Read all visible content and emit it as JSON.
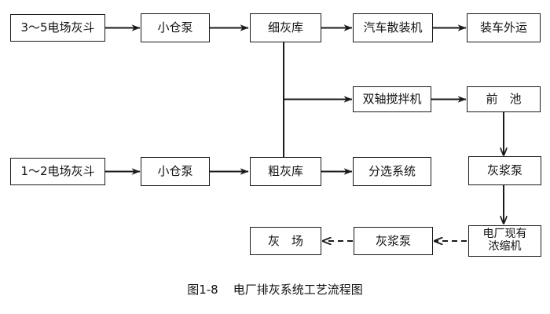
{
  "figure": {
    "caption": "图1-8    电厂排灰系统工艺流程图",
    "background": "#ffffff",
    "line_color": "#1a1a1a",
    "text_color": "#111111"
  },
  "nodes": {
    "esp_hopper_3_5": "3～5电场灰斗",
    "small_pump_top": "小仓泵",
    "fine_ash_silo": "细灰库",
    "truck_bulk_loader": "汽车散装机",
    "truck_outbound": "装车外运",
    "twin_shaft_mixer": "双轴搅拌机",
    "front_pool": "前　池",
    "esp_hopper_1_2": "1～2电场灰斗",
    "small_pump_bottom": "小仓泵",
    "coarse_ash_silo": "粗灰库",
    "sorting_system": "分选系统",
    "slurry_pump_right": "灰浆泵",
    "existing_thickener_line1": "电厂现有",
    "existing_thickener_line2": "浓缩机",
    "slurry_pump_bottom": "灰浆泵",
    "ash_yard": "灰　场"
  },
  "edges": {
    "solid_label": "solid-arrow",
    "dashed_label": "dashed-arrow"
  }
}
